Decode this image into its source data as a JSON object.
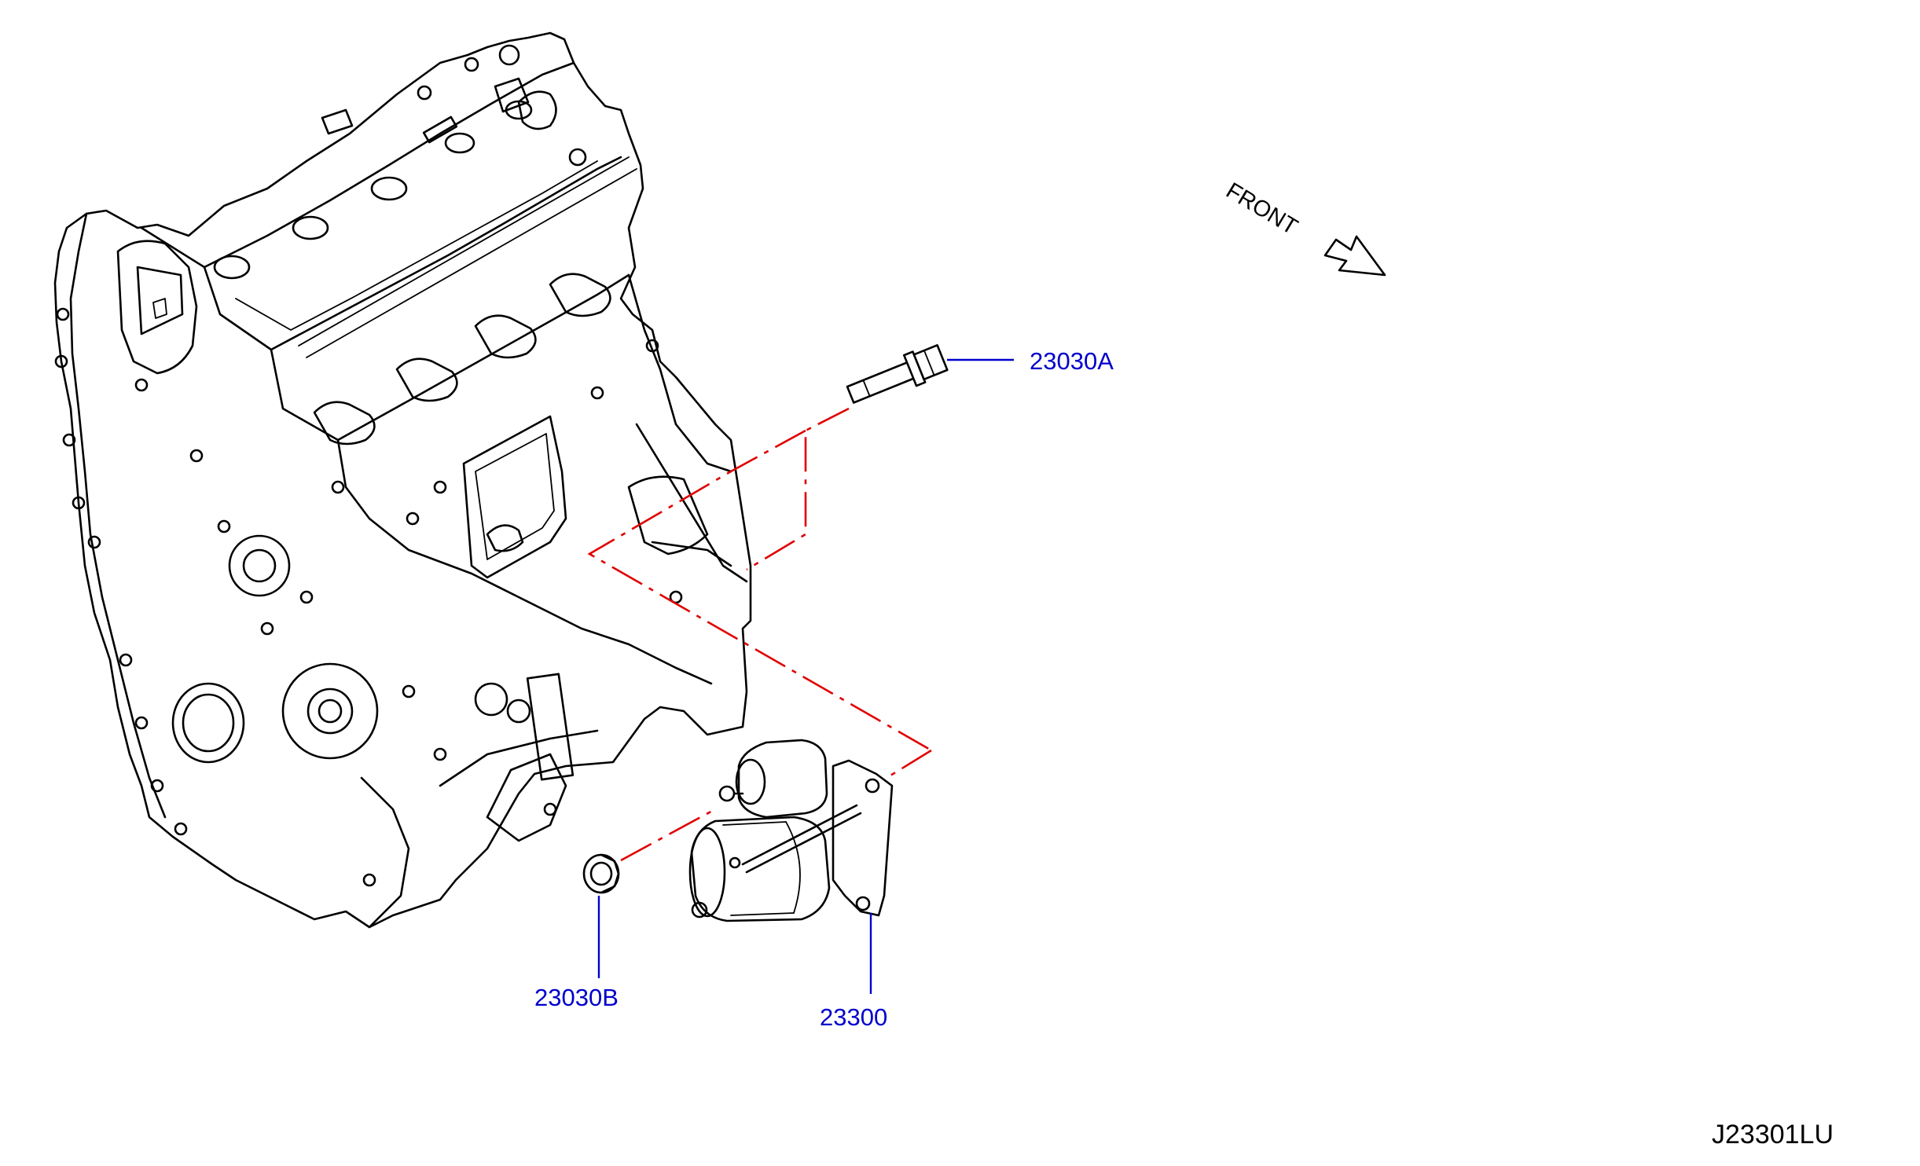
{
  "diagram": {
    "id": "J23301LU",
    "front_label": "FRONT",
    "callouts": {
      "bolt": "23030A",
      "nut": "23030B",
      "starter": "23300"
    },
    "colors": {
      "callout_text": "#0000cc",
      "assembly_line": "#e00000",
      "drawing": "#000000"
    }
  }
}
